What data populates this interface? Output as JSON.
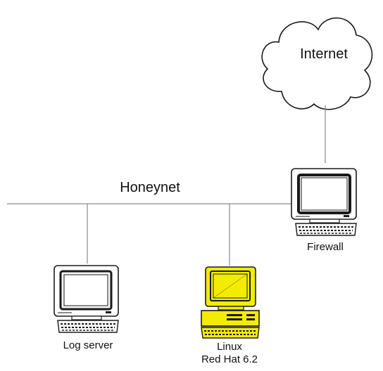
{
  "diagram": {
    "cloud_label": "Internet",
    "network_label": "Honeynet",
    "nodes": {
      "firewall": {
        "label": "Firewall"
      },
      "log_server": {
        "label": "Log server"
      },
      "linux": {
        "line1": "Linux",
        "line2": "Red Hat 6.2"
      }
    },
    "colors": {
      "line": "#8a8a8a",
      "outline": "#1a1a1a",
      "linux_fill": "#f3ec00",
      "screen_light": "#f4f4f4"
    }
  }
}
